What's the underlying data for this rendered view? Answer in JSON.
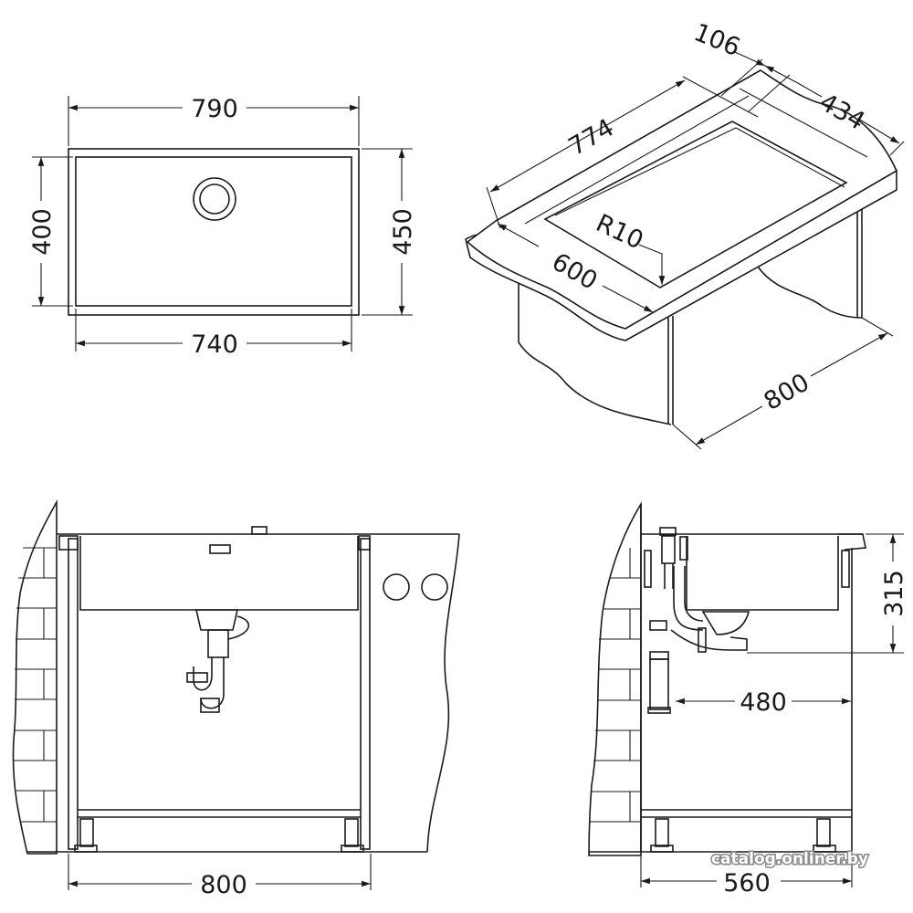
{
  "plan_view": {
    "width_outer": "790",
    "width_inner": "740",
    "depth_inner": "400",
    "depth_outer": "450"
  },
  "iso_view": {
    "length": "774",
    "rim": "106",
    "depth": "434",
    "radius": "R10",
    "bowl_width": "600",
    "cabinet_width": "800"
  },
  "front_view": {
    "cabinet_width": "800"
  },
  "side_view": {
    "height": "315",
    "drain_offset": "480",
    "cabinet_depth": "560"
  },
  "watermark": "catalog.onliner.by"
}
